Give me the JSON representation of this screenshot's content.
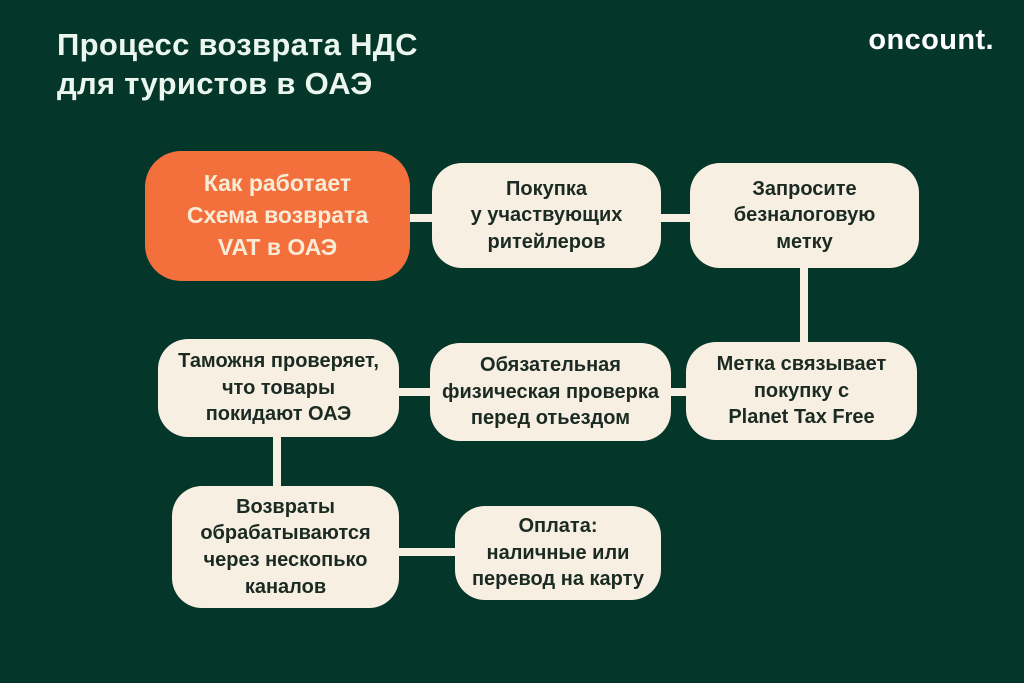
{
  "colors": {
    "background": "#05362a",
    "box_fill": "#f7f0e2",
    "accent_orange": "#f36f3c",
    "text_dark": "#1b2b23",
    "text_light": "#eaf6ee",
    "logo_white": "#fdfefd",
    "connector": "#f7f0e2",
    "orange_text": "#f9ecd7"
  },
  "header": {
    "title": "Процесс возврата НДС\nдля туристов в ОАЭ",
    "logo": "oncount."
  },
  "flow": {
    "nodes": [
      {
        "id": "start",
        "text": "Как работает\nСхема возврата\nVAT в ОАЭ"
      },
      {
        "id": "purchase",
        "text": "Покупка\nу участвующих\nритейлеров"
      },
      {
        "id": "request-tag",
        "text": "Запросите\nбезналоговую\nметку"
      },
      {
        "id": "customs-check",
        "text": "Таможня проверяет,\nчто товары\nпокидают ОАЭ"
      },
      {
        "id": "physical-check",
        "text": "Обязательная\nфизическая проверка\nперед отьездом"
      },
      {
        "id": "planet-tax-free",
        "text": "Метка связывает\nпокупку с\nPlanet Tax Free"
      },
      {
        "id": "refund-channels",
        "text": "Возвраты\nобрабатываются\nчерез нескопько\nканалов"
      },
      {
        "id": "payment",
        "text": "Оплата:\nналичные или\nперевод на карту"
      }
    ]
  }
}
